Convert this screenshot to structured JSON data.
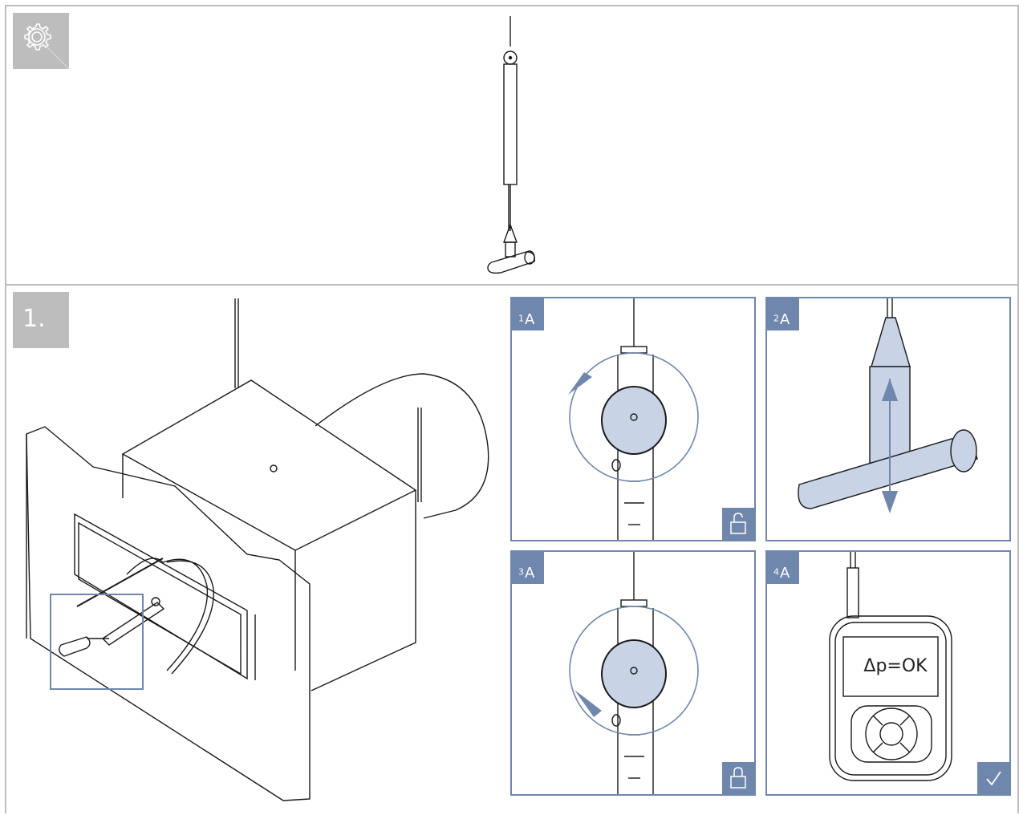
{
  "step": {
    "number": "1."
  },
  "panels": [
    {
      "id": "A1",
      "letter": "A",
      "index": "1"
    },
    {
      "id": "A2",
      "letter": "A",
      "index": "2"
    },
    {
      "id": "A3",
      "letter": "A",
      "index": "3"
    },
    {
      "id": "A4",
      "letter": "A",
      "index": "4",
      "display": "Δp=OK"
    }
  ],
  "colors": {
    "accent": "#6f87ad",
    "tab": "#bdbdbd",
    "line": "#1a1a1a"
  },
  "icons": [
    "gear-icon",
    "lock-icon",
    "check-icon"
  ]
}
